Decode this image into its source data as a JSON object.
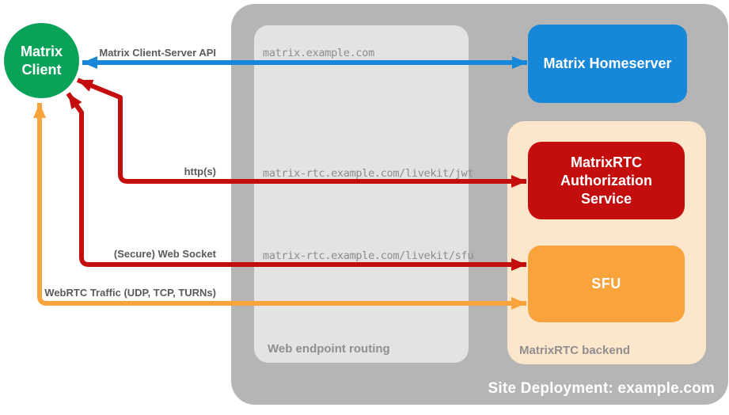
{
  "diagram": {
    "site_label": "Site Deployment: example.com",
    "client": {
      "label": "Matrix Client"
    },
    "homeserver": {
      "label": "Matrix Homeserver"
    },
    "routing": {
      "label": "Web endpoint routing",
      "endpoints": [
        "matrix.example.com",
        "matrix-rtc.example.com/livekit/jwt",
        "matrix-rtc.example.com/livekit/sfu"
      ]
    },
    "backend": {
      "label": "MatrixRTC backend",
      "auth_service": {
        "label": "MatrixRTC Authorization Service"
      },
      "sfu": {
        "label": "SFU"
      }
    },
    "arrows": [
      {
        "label": "Matrix Client-Server API",
        "color": "#1787d9",
        "heads": "both"
      },
      {
        "label": "http(s)",
        "color": "#c40e0e",
        "heads": "both"
      },
      {
        "label": "(Secure) Web Socket",
        "color": "#c40e0e",
        "heads": "both"
      },
      {
        "label": "WebRTC Traffic (UDP, TCP, TURNs)",
        "color": "#f9a33c",
        "heads": "both"
      }
    ]
  },
  "colors": {
    "client_green": "#0aa158",
    "homeserver_blue": "#1787d9",
    "auth_red": "#c40e0e",
    "sfu_orange": "#f9a33c",
    "backend_peach": "#fce6cc",
    "site_container_gray": "#b5b5b5",
    "routing_box_gray": "#e3e3e3",
    "container_label_gray": "#8f8f8f",
    "arrow_label_gray": "#5a5a5a",
    "endpoint_text_gray": "#8c8c8c",
    "node_text_white": "#ffffff"
  }
}
